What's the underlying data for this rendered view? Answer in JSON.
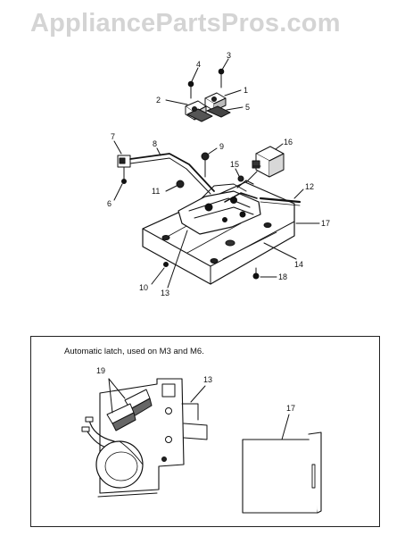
{
  "watermark": "AppliancePartsPros.com",
  "inset": {
    "caption": "Automatic latch, used on M3 and M6."
  },
  "callouts": {
    "n1": "1",
    "n2": "2",
    "n3": "3",
    "n4": "4",
    "n5": "5",
    "n6": "6",
    "n7": "7",
    "n8": "8",
    "n9": "9",
    "n10": "10",
    "n11": "11",
    "n12": "12",
    "n13": "13",
    "n14": "14",
    "n15": "15",
    "n16": "16",
    "n17": "17",
    "n18": "18",
    "inset19": "19",
    "inset13": "13",
    "inset17": "17"
  }
}
